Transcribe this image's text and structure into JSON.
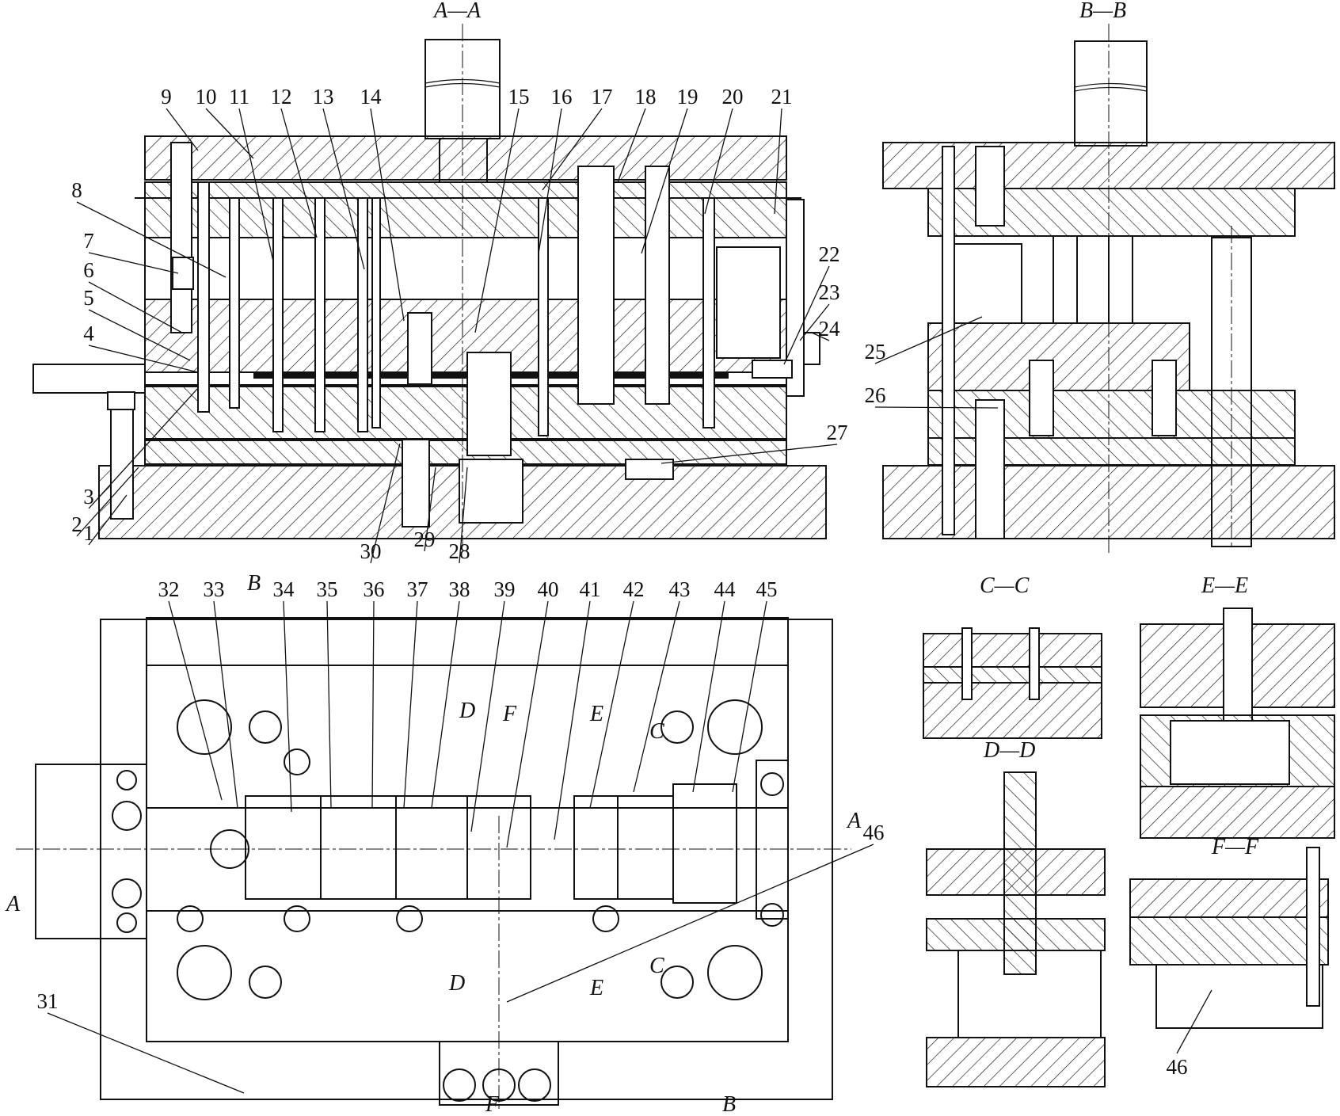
{
  "sections": {
    "aa": "A—A",
    "bb": "B—B",
    "cc": "C—C",
    "dd": "D—D",
    "ee": "E—E",
    "ff": "F—F"
  },
  "cut_marks": {
    "a": "A",
    "b": "B",
    "c": "C",
    "d": "D",
    "e": "E",
    "f": "F"
  },
  "parts": [
    "1",
    "2",
    "3",
    "4",
    "5",
    "6",
    "7",
    "8",
    "9",
    "10",
    "11",
    "12",
    "13",
    "14",
    "15",
    "16",
    "17",
    "18",
    "19",
    "20",
    "21",
    "22",
    "23",
    "24",
    "25",
    "26",
    "27",
    "28",
    "29",
    "30",
    "31",
    "32",
    "33",
    "34",
    "35",
    "36",
    "37",
    "38",
    "39",
    "40",
    "41",
    "42",
    "43",
    "44",
    "45",
    "46"
  ]
}
